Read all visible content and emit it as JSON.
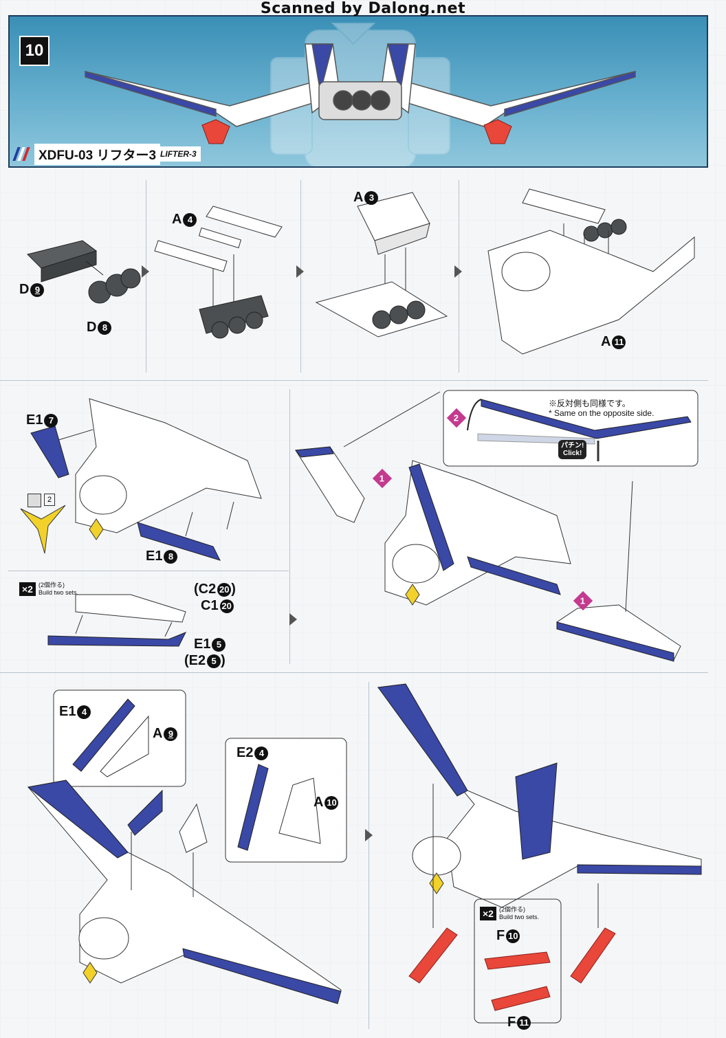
{
  "watermark": "Scanned by Dalong.net",
  "step_number": "10",
  "title": {
    "main": "XDFU-03 リフター3",
    "sub": "LIFTER-3",
    "stripe_colors": [
      "#1f3fa3",
      "#ffffff",
      "#d6282b"
    ]
  },
  "colors": {
    "wing_blue": "#3a48a6",
    "part_gray": "#5b5e60",
    "red_part": "#e8473a",
    "yellow": "#f2d22a",
    "badge": "#c33a8f"
  },
  "row1": {
    "labels": {
      "d9_letter": "D",
      "d9_num": "9",
      "d8_letter": "D",
      "d8_num": "8",
      "a4_letter": "A",
      "a4_num": "4",
      "a3_letter": "A",
      "a3_num": "3",
      "a11_letter": "A",
      "a11_num": "11"
    }
  },
  "row2": {
    "labels": {
      "e17_letter": "E1",
      "e17_num": "7",
      "e18_letter": "E1",
      "e18_num": "8",
      "c220_letter": "(C2",
      "c220_num": "20",
      "c220_close": ")",
      "c120_letter": "C1",
      "c120_num": "20",
      "e15_letter": "E1",
      "e15_num": "5",
      "e25_letter": "(E2",
      "e25_num": "5",
      "e25_close": ")"
    },
    "sticker_num": "2",
    "x2_box": "×2",
    "x2_line1": "(2個作る)",
    "x2_line2": "Build two sets.",
    "note_jp": "※反対側も同様です。",
    "note_en": "* Same on the opposite side.",
    "click_jp": "パチン!",
    "click_en": "Click!",
    "badge1": "1",
    "badge2": "2"
  },
  "row3": {
    "labels": {
      "e14_letter": "E1",
      "e14_num": "4",
      "a9_letter": "A",
      "a9_num": "9",
      "e24_letter": "E2",
      "e24_num": "4",
      "a10_letter": "A",
      "a10_num": "10",
      "f10_letter": "F",
      "f10_num": "10",
      "f11_letter": "F",
      "f11_num": "11"
    },
    "x2_box": "×2",
    "x2_line1": "(2個作る)",
    "x2_line2": "Build two sets."
  }
}
